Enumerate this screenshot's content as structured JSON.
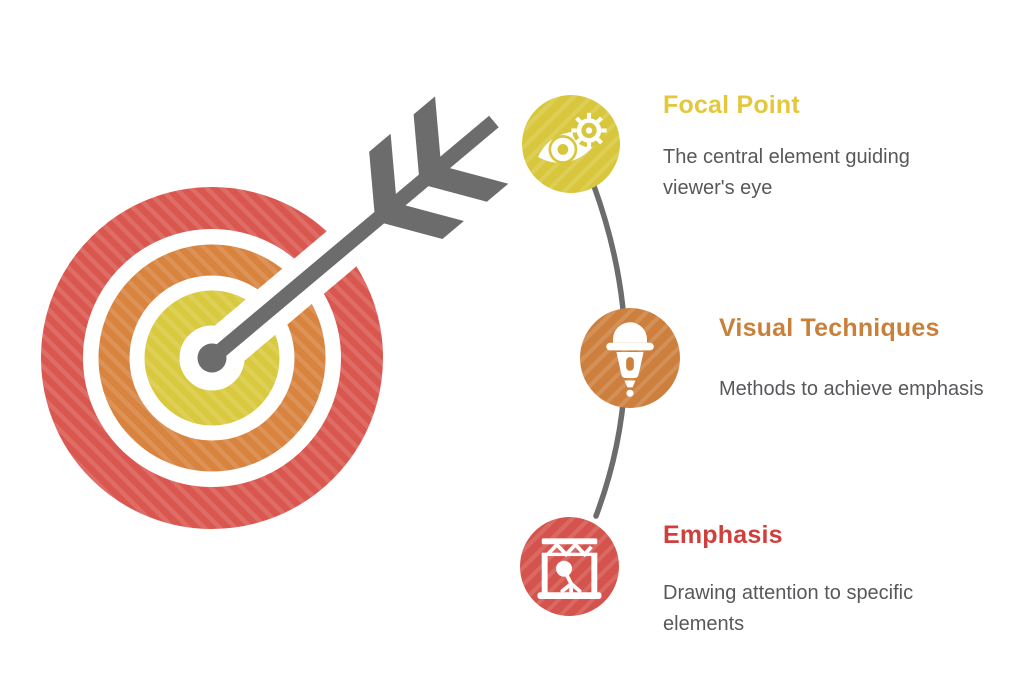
{
  "target_graphic": {
    "label": "bullseye-with-arrow",
    "rings": [
      {
        "name": "inner-yellow",
        "color": "#d9c93e"
      },
      {
        "name": "middle-orange",
        "color": "#d8833e"
      },
      {
        "name": "outer-red",
        "color": "#d9574f"
      }
    ],
    "arrow_color": "#6c6c6c"
  },
  "connector": {
    "color": "#6c6c6c"
  },
  "text_color": "#57585b",
  "nodes": [
    {
      "title": "Focal Point",
      "title_color": "#e3c83b",
      "circle_color": "#d8c73c",
      "icon": "eye-focus-icon",
      "description": "The central element guiding\nviewer's eye"
    },
    {
      "title": "Visual Techniques",
      "title_color": "#c9803a",
      "circle_color": "#cd7f3e",
      "icon": "microphone-icon",
      "description": "Methods to achieve emphasis"
    },
    {
      "title": "Emphasis",
      "title_color": "#cf403c",
      "circle_color": "#d5534d",
      "icon": "stage-icon",
      "description": "Drawing attention to specific\nelements"
    }
  ]
}
